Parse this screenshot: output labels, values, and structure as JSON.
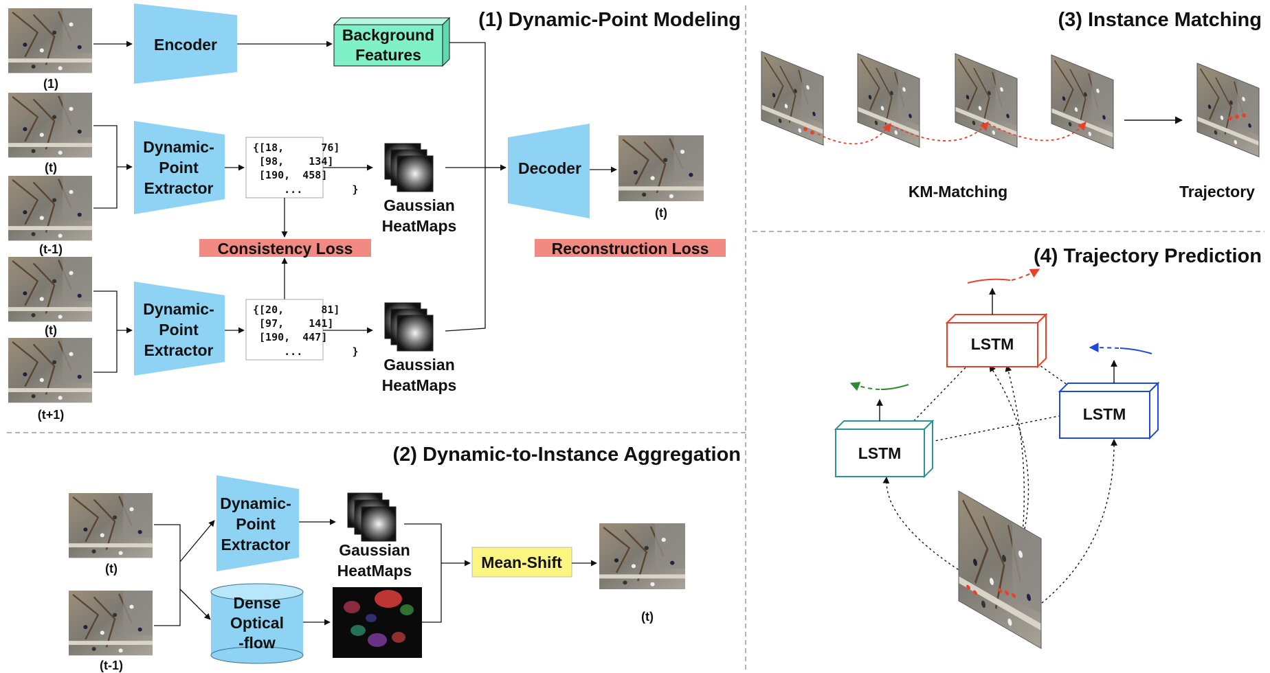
{
  "titles": {
    "section1": "(1) Dynamic-Point Modeling",
    "section2": "(2) Dynamic-to-Instance Aggregation",
    "section3": "(3) Instance Matching",
    "section4": "(4) Trajectory Prediction"
  },
  "section1": {
    "frame_captions": [
      "(1)",
      "(t)",
      "(t-1)",
      "(t)",
      "(t+1)"
    ],
    "encoder": "Encoder",
    "background_features": [
      "Background",
      "Features"
    ],
    "extractor": [
      "Dynamic-",
      "Point",
      "Extractor"
    ],
    "coords_top": [
      "{[18,      76]",
      " [98,    134]",
      " [190,  458]",
      "     ...        }"
    ],
    "coords_bottom": [
      "{[20,      81]",
      " [97,    141]",
      " [190,  447]",
      "     ...        }"
    ],
    "heatmaps": [
      "Gaussian",
      "HeatMaps"
    ],
    "decoder": "Decoder",
    "output_caption": "(t)",
    "consistency_loss": "Consistency Loss",
    "reconstruction_loss": "Reconstruction Loss"
  },
  "section2": {
    "frame_captions": [
      "(t)",
      "(t-1)"
    ],
    "extractor": [
      "Dynamic-",
      "Point",
      "Extractor"
    ],
    "optical_flow": [
      "Dense",
      "Optical",
      "-flow"
    ],
    "heatmaps": [
      "Gaussian",
      "HeatMaps"
    ],
    "mean_shift": "Mean-Shift",
    "output_caption": "(t)"
  },
  "section3": {
    "km_matching": "KM-Matching",
    "trajectory": "Trajectory"
  },
  "section4": {
    "lstm_label": "LSTM"
  },
  "colors": {
    "encoder_blue": "#8fd3f4",
    "background_features_green": "#7ff0c8",
    "loss_red": "#f08a82",
    "mean_shift_yellow": "#fbf582",
    "lstm_red": "#e8412a",
    "lstm_blue": "#1e46e0",
    "lstm_teal": "#2a9494",
    "dashed_grey": "#999999"
  }
}
